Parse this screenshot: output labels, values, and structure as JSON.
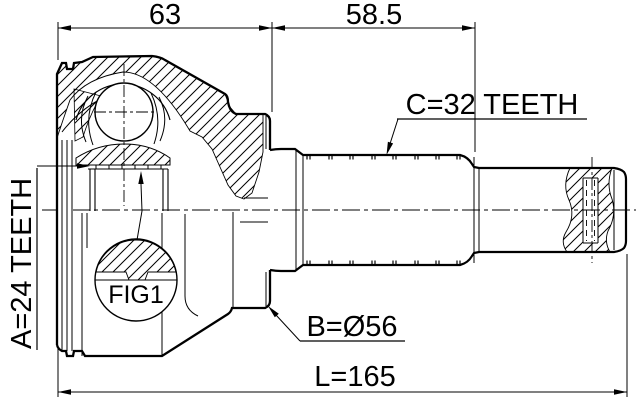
{
  "figure": {
    "type": "technical-line-drawing",
    "subject": "outer CV joint (bell housing with ball bearing and splined stub shaft)",
    "colors": {
      "line": "#000000",
      "background": "#ffffff"
    },
    "labels": {
      "dim_front_width": "63",
      "dim_rear_width": "58.5",
      "outer_spline": "C=32 TEETH",
      "inner_spline": "A=24 TEETH",
      "body_diameter": "B=Ø56",
      "overall_length": "L=165",
      "detail_ref": "FIG1"
    }
  }
}
